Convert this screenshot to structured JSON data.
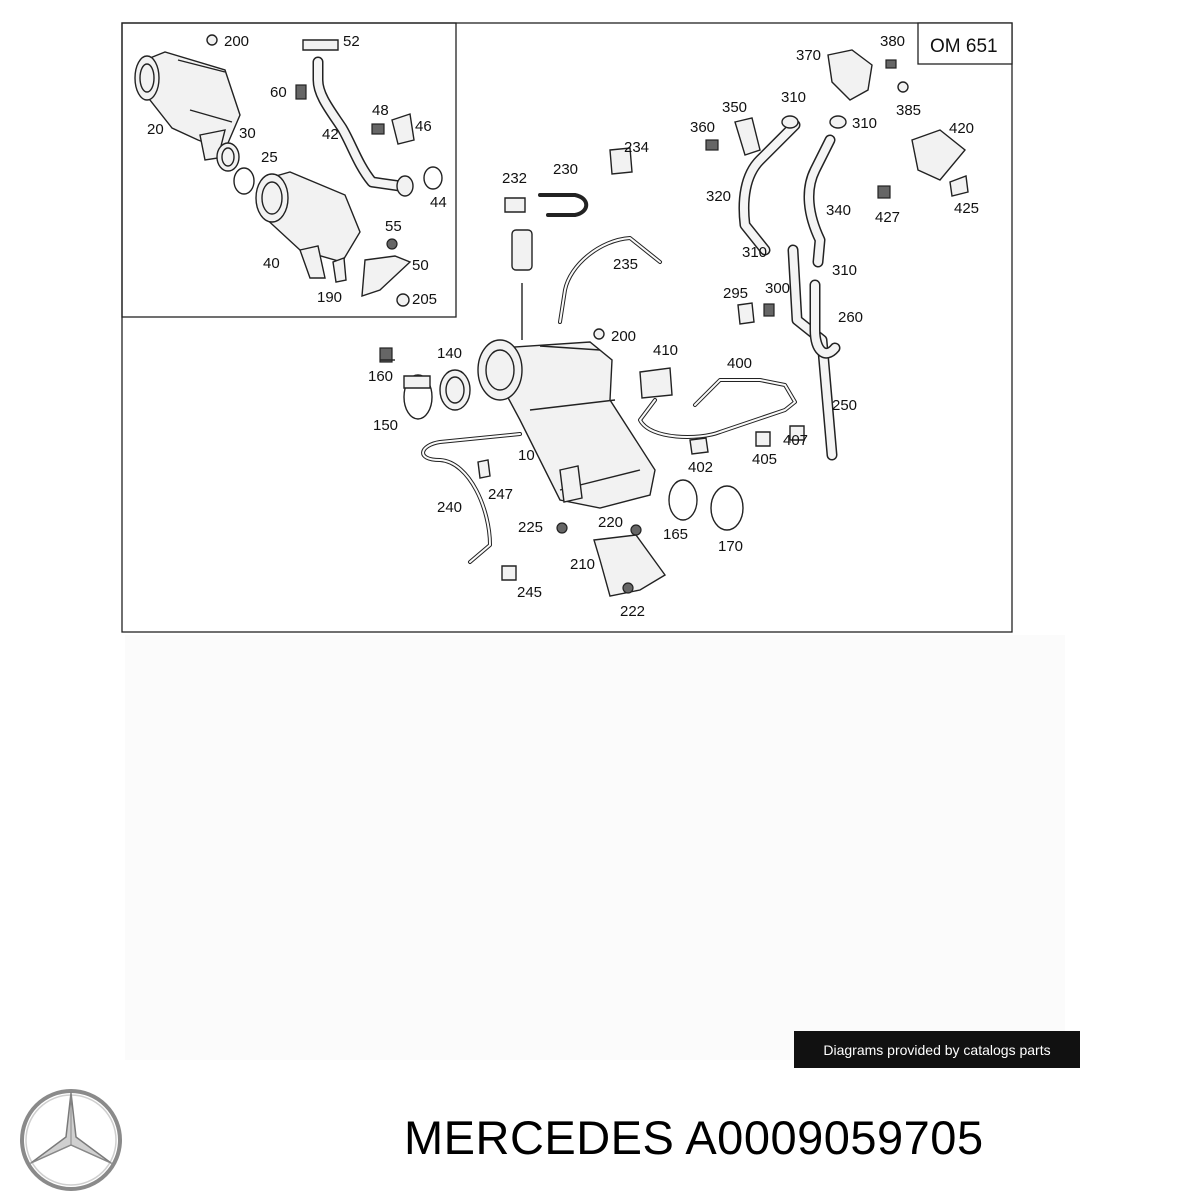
{
  "diagram": {
    "engine_code": "OM 651",
    "labels": [
      {
        "id": "200a",
        "text": "200"
      },
      {
        "id": "52",
        "text": "52"
      },
      {
        "id": "60",
        "text": "60"
      },
      {
        "id": "20",
        "text": "20"
      },
      {
        "id": "30",
        "text": "30"
      },
      {
        "id": "42",
        "text": "42"
      },
      {
        "id": "48",
        "text": "48"
      },
      {
        "id": "46",
        "text": "46"
      },
      {
        "id": "25",
        "text": "25"
      },
      {
        "id": "44",
        "text": "44"
      },
      {
        "id": "55",
        "text": "55"
      },
      {
        "id": "40",
        "text": "40"
      },
      {
        "id": "50",
        "text": "50"
      },
      {
        "id": "190",
        "text": "190"
      },
      {
        "id": "205",
        "text": "205"
      },
      {
        "id": "232",
        "text": "232"
      },
      {
        "id": "230",
        "text": "230"
      },
      {
        "id": "234",
        "text": "234"
      },
      {
        "id": "235",
        "text": "235"
      },
      {
        "id": "200b",
        "text": "200"
      },
      {
        "id": "140",
        "text": "140"
      },
      {
        "id": "160",
        "text": "160"
      },
      {
        "id": "150",
        "text": "150"
      },
      {
        "id": "10",
        "text": "10"
      },
      {
        "id": "240",
        "text": "240"
      },
      {
        "id": "247",
        "text": "247"
      },
      {
        "id": "245",
        "text": "245"
      },
      {
        "id": "225",
        "text": "225"
      },
      {
        "id": "220",
        "text": "220"
      },
      {
        "id": "210",
        "text": "210"
      },
      {
        "id": "222",
        "text": "222"
      },
      {
        "id": "165",
        "text": "165"
      },
      {
        "id": "170",
        "text": "170"
      },
      {
        "id": "410",
        "text": "410"
      },
      {
        "id": "400",
        "text": "400"
      },
      {
        "id": "402",
        "text": "402"
      },
      {
        "id": "405",
        "text": "405"
      },
      {
        "id": "407",
        "text": "407"
      },
      {
        "id": "370",
        "text": "370"
      },
      {
        "id": "380",
        "text": "380"
      },
      {
        "id": "385",
        "text": "385"
      },
      {
        "id": "350",
        "text": "350"
      },
      {
        "id": "310a",
        "text": "310"
      },
      {
        "id": "310b",
        "text": "310"
      },
      {
        "id": "360",
        "text": "360"
      },
      {
        "id": "420",
        "text": "420"
      },
      {
        "id": "320",
        "text": "320"
      },
      {
        "id": "340",
        "text": "340"
      },
      {
        "id": "427",
        "text": "427"
      },
      {
        "id": "425",
        "text": "425"
      },
      {
        "id": "310c",
        "text": "310"
      },
      {
        "id": "310d",
        "text": "310"
      },
      {
        "id": "295",
        "text": "295"
      },
      {
        "id": "300",
        "text": "300"
      },
      {
        "id": "260",
        "text": "260"
      },
      {
        "id": "250",
        "text": "250"
      }
    ]
  },
  "credit": "Diagrams provided by catalogs parts",
  "title": "MERCEDES A0009059705"
}
